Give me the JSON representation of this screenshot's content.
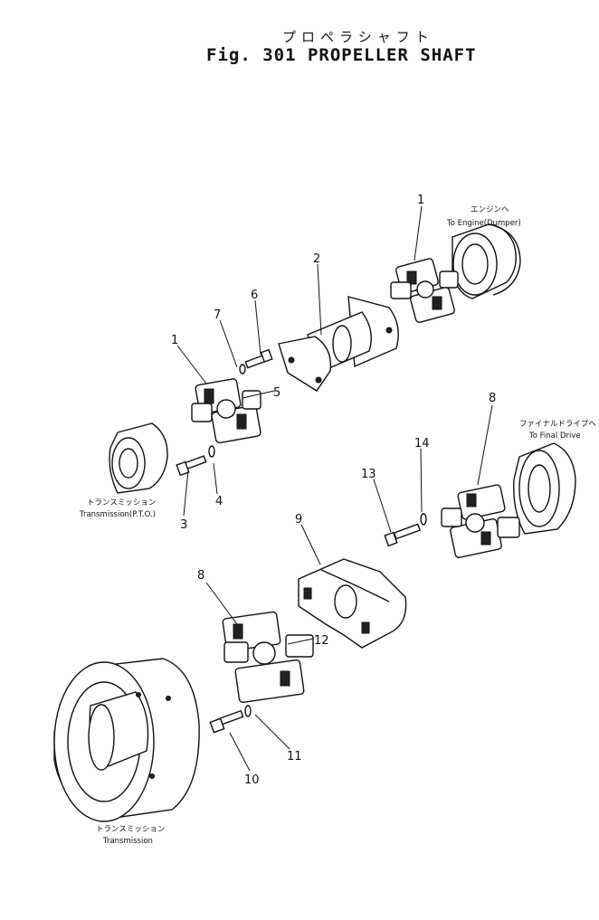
{
  "figure": {
    "title_jp": "プロペラシャフト",
    "title_en": "Fig. 301 PROPELLER SHAFT"
  },
  "callouts": {
    "n1a": "1",
    "n1b": "1",
    "n2": "2",
    "n3": "3",
    "n4": "4",
    "n5": "5",
    "n6": "6",
    "n7": "7",
    "n8a": "8",
    "n8b": "8",
    "n9": "9",
    "n10": "10",
    "n11": "11",
    "n12": "12",
    "n13": "13",
    "n14": "14"
  },
  "labels": {
    "engine_jp": "エンジンへ",
    "engine_en": "To Engine(Dumper)",
    "final_drive_jp": "ファイナルドライブへ",
    "final_drive_en": "To Final Drive",
    "pto_jp": "トランスミッション",
    "pto_en": "Transmission(P.T.O.)",
    "trans_jp": "トランスミッション",
    "trans_en": "Transmission"
  }
}
